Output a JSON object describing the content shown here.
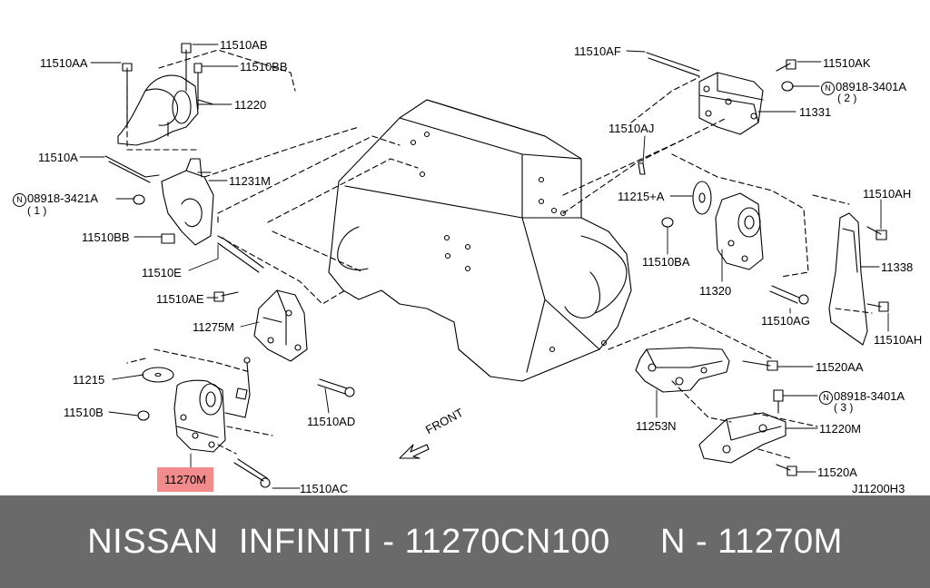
{
  "labels": {
    "l_11510AB": "11510AB",
    "l_11510AA": "11510AA",
    "l_11510BB_top": "11510BB",
    "l_11220": "11220",
    "l_11510A": "11510A",
    "l_11231M": "11231M",
    "l_08918_1": "08918-3421A",
    "l_08918_1_qty": "( 1 )",
    "l_11510BB": "11510BB",
    "l_11510E": "11510E",
    "l_11510AE": "11510AE",
    "l_11275M": "11275M",
    "l_11215": "11215",
    "l_11510B": "11510B",
    "l_11510AD": "11510AD",
    "l_11270M": "11270M",
    "l_11510AC": "11510AC",
    "l_11510AF": "11510AF",
    "l_11510AK": "11510AK",
    "l_08918_2": "08918-3401A",
    "l_08918_2_qty": "( 2 )",
    "l_11331": "11331",
    "l_11510AJ": "11510AJ",
    "l_11215A": "11215+A",
    "l_11510BA": "11510BA",
    "l_11320": "11320",
    "l_11510AG": "11510AG",
    "l_11510AH_top": "11510AH",
    "l_11338": "11338",
    "l_11510AH_bot": "11510AH",
    "l_11520AA": "11520AA",
    "l_08918_3": "08918-3401A",
    "l_08918_3_qty": "( 3 )",
    "l_11253N": "11253N",
    "l_11220M": "11220M",
    "l_11520A": "11520A",
    "front": "FRONT",
    "diagram_code": "J11200H3"
  },
  "circle_mark": "N",
  "highlight_color": "#f28b8b",
  "banner": {
    "text": "NISSAN  INFINITI - 11270CN100     N - 11270M",
    "background": "#6a6a6a"
  }
}
